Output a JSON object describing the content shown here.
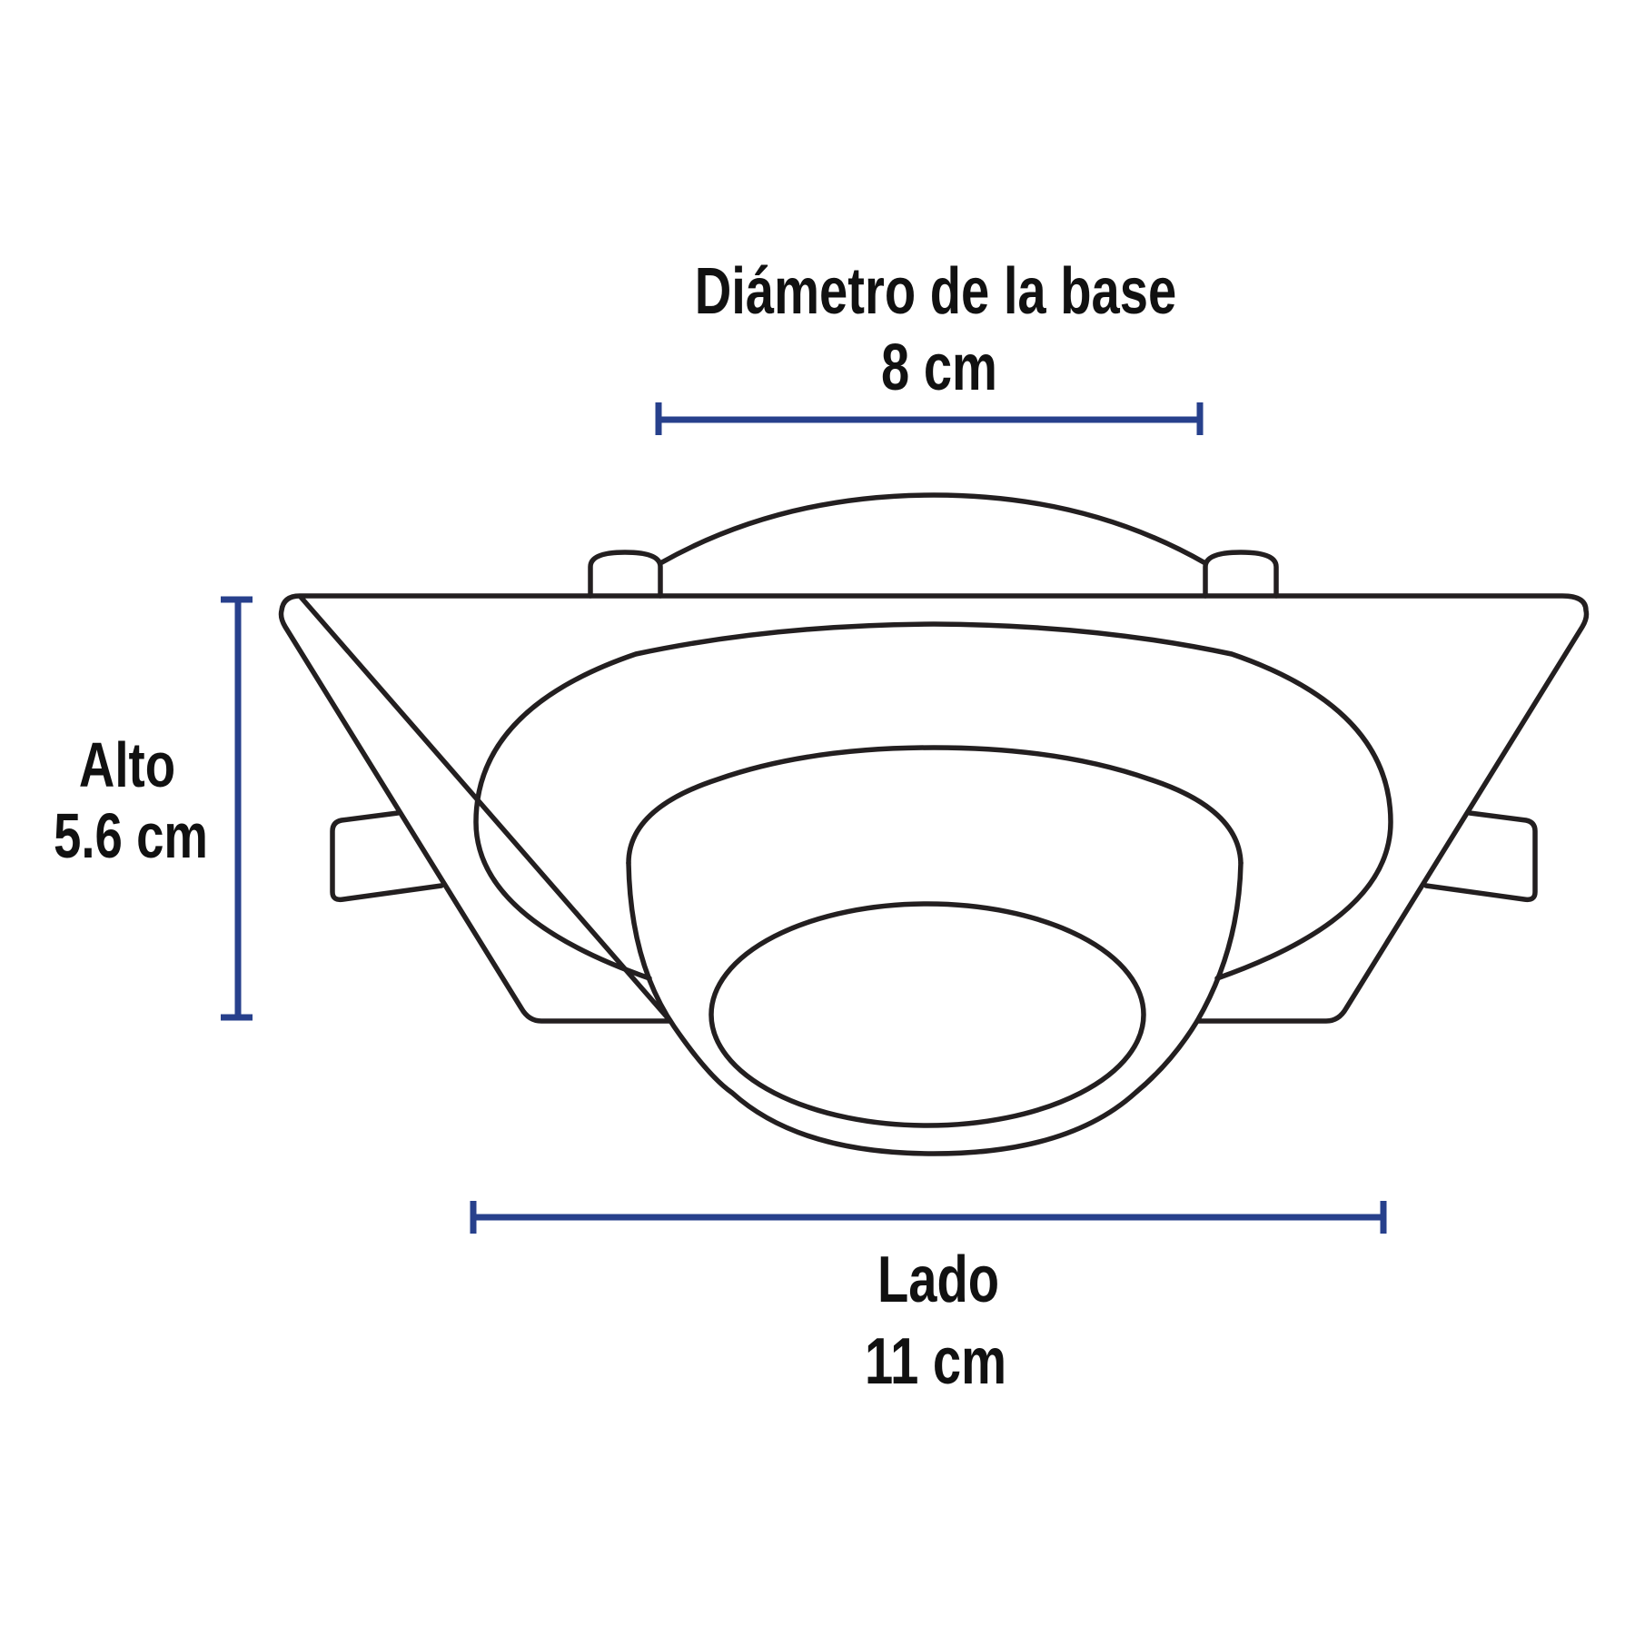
{
  "colors": {
    "outline": "#231f20",
    "dimension": "#27408c",
    "text": "#111111",
    "background": "#ffffff"
  },
  "dimensions": {
    "base_diameter": {
      "label": "Diámetro de la base",
      "value": "8 cm"
    },
    "height": {
      "label": "Alto",
      "value": "5.6 cm"
    },
    "side": {
      "label": "Lado",
      "value": "11 cm"
    }
  },
  "figure": {
    "subject": "square recessed spotlight fixture with directional lamp housing"
  }
}
